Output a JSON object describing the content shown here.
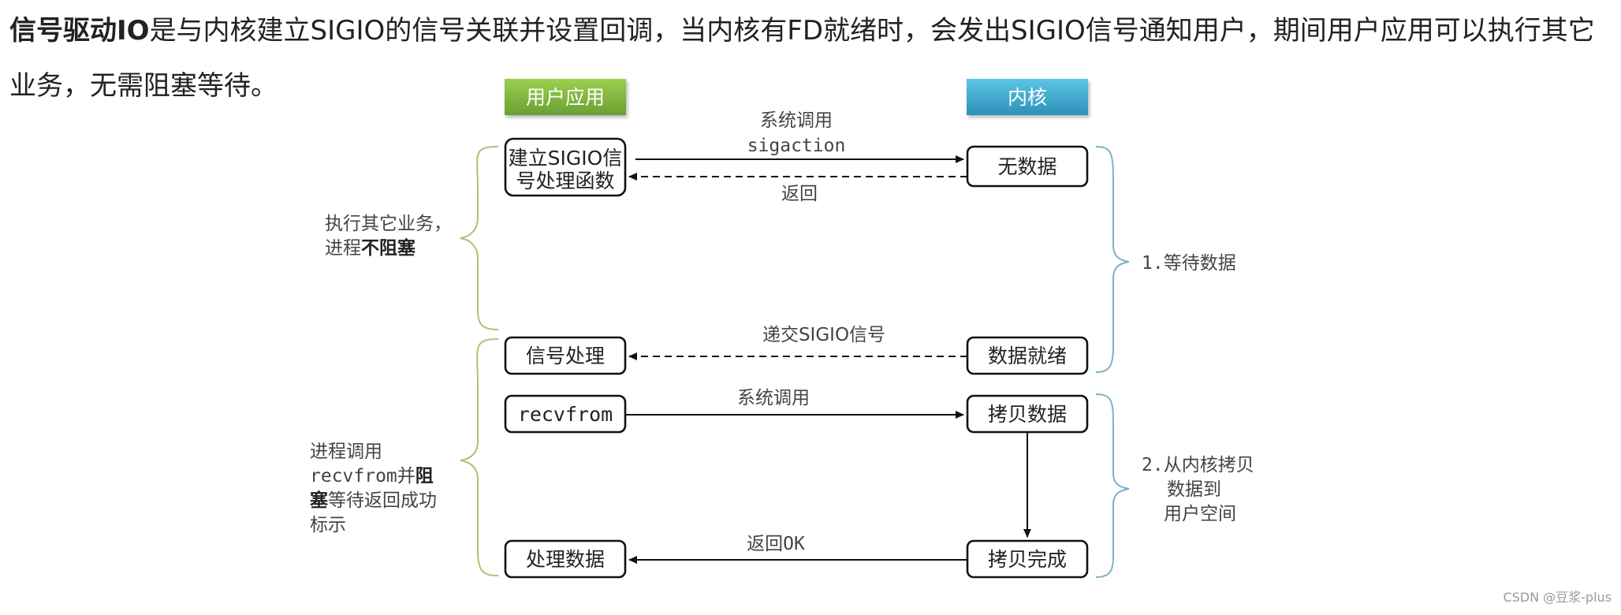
{
  "intro": {
    "bold": "信号驱动IO",
    "text": "是与内核建立SIGIO的信号关联并设置回调，当内核有FD就绪时，会发出SIGIO信号通知用户，期间用户应用可以执行其它业务，无需阻塞等待。"
  },
  "headers": {
    "user": "用户应用",
    "kernel": "内核"
  },
  "user_boxes": {
    "sigio_line1": "建立SIGIO信",
    "sigio_line2": "号处理函数",
    "signal": "信号处理",
    "recvfrom": "recvfrom",
    "process": "处理数据"
  },
  "kernel_boxes": {
    "nodata": "无数据",
    "ready": "数据就绪",
    "copy": "拷贝数据",
    "done": "拷贝完成"
  },
  "arrows": {
    "syscall": "系统调用",
    "sigaction": "sigaction",
    "return": "返回",
    "deliver": "递交SIGIO信号",
    "syscall2": "系统调用",
    "return_ok": "返回OK"
  },
  "left_notes": {
    "top_line1": "执行其它业务，",
    "top_line2_a": "进程",
    "top_line2_b": "不阻塞",
    "bottom_line1": "进程调用",
    "bottom_line2_a": "recvfrom并",
    "bottom_line2_b": "阻",
    "bottom_line3_a": "塞",
    "bottom_line3_b": "等待返回成功",
    "bottom_line4": "标示"
  },
  "right_notes": {
    "wait": "1.等待数据",
    "copy_line1": "2.从内核拷贝",
    "copy_line2": "数据到",
    "copy_line3": "用户空间"
  },
  "watermark": "CSDN @豆浆-plus",
  "colors": {
    "user_header": "#7aac3c",
    "kernel_header": "#3aa3c8"
  }
}
